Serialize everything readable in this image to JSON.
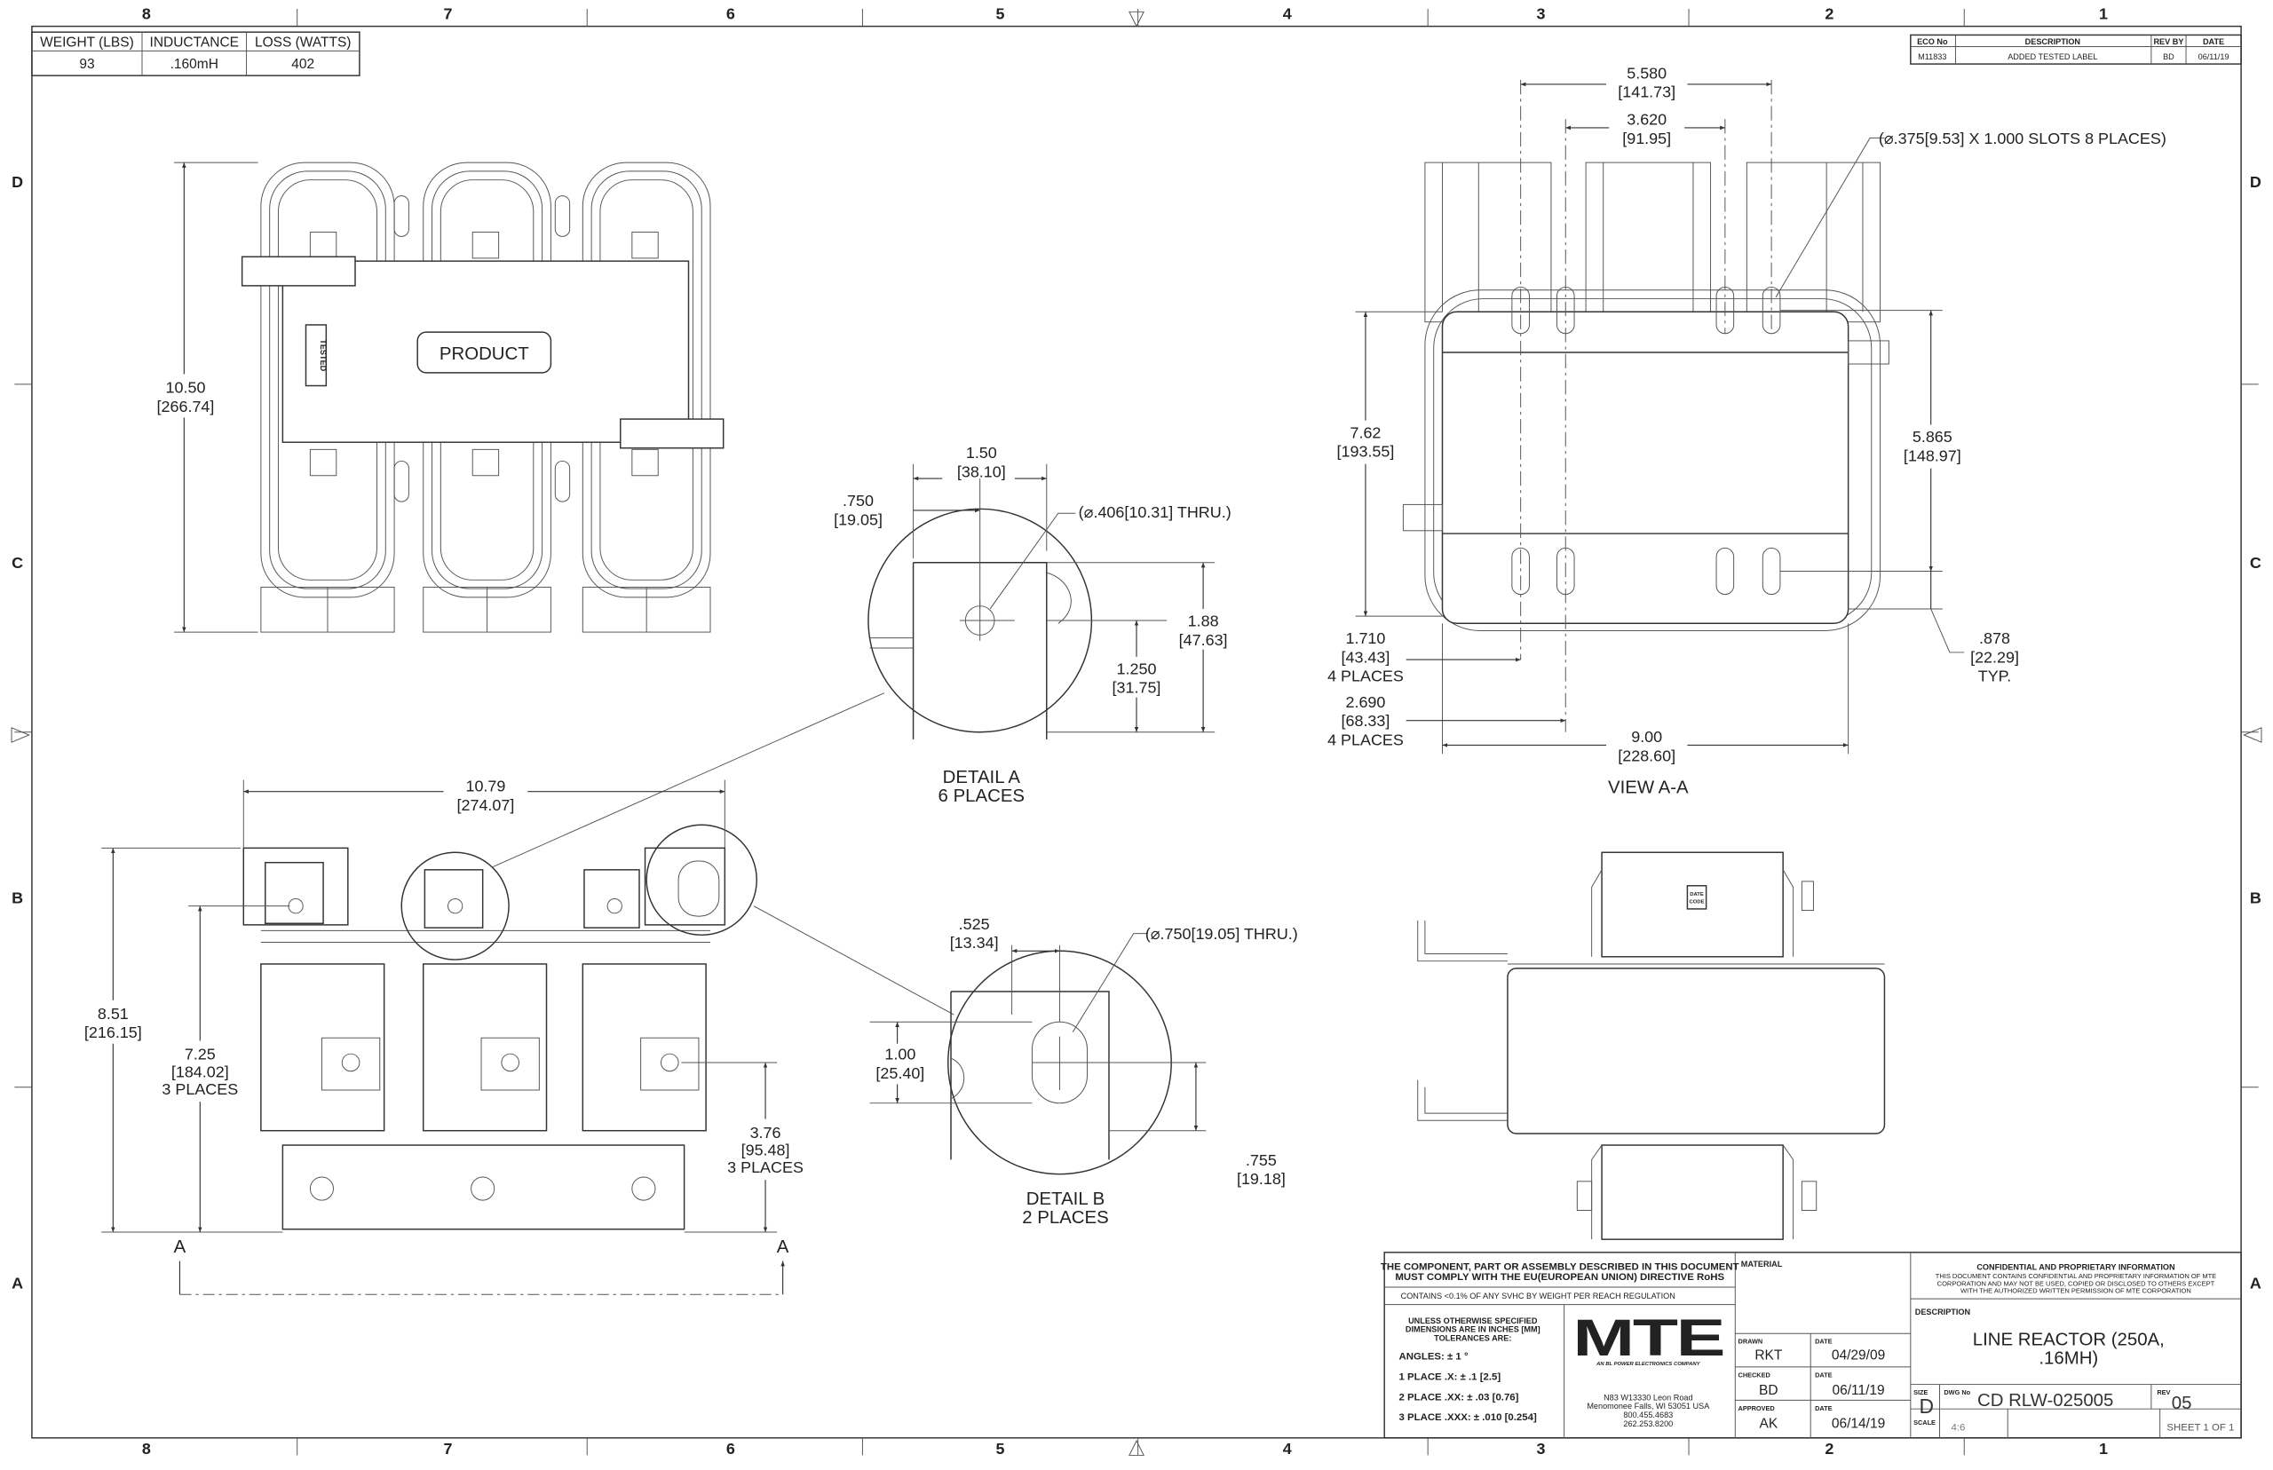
{
  "zones": {
    "columns": [
      "8",
      "7",
      "6",
      "5",
      "4",
      "3",
      "2",
      "1"
    ],
    "rows": [
      "D",
      "C",
      "B",
      "A"
    ]
  },
  "spec_table": {
    "headers": [
      "WEIGHT (LBS)",
      "INDUCTANCE",
      "LOSS (WATTS)"
    ],
    "values": [
      "93",
      ".160mH",
      "402"
    ]
  },
  "revision_table": {
    "headers": [
      "ECO No",
      "DESCRIPTION",
      "REV BY",
      "DATE"
    ],
    "row": [
      "M11833",
      "ADDED TESTED LABEL",
      "BD",
      "06/11/19"
    ]
  },
  "labels": {
    "product": "PRODUCT",
    "tested": "TESTED",
    "date_code_1": "DATE",
    "date_code_2": "CODE",
    "section_a": "A"
  },
  "dims": {
    "top_height": [
      "10.50",
      "[266.74]"
    ],
    "front_width": [
      "10.79",
      "[274.07]"
    ],
    "front_height": [
      "8.51",
      "[216.15]"
    ],
    "front_terminal": [
      "7.25",
      "[184.02]",
      "3 PLACES"
    ],
    "front_mount": [
      "3.76",
      "[95.48]",
      "3 PLACES"
    ],
    "detA_w": [
      "1.50",
      "[38.10]"
    ],
    "detA_hole_x": [
      ".750",
      "[19.05]"
    ],
    "detA_hole": "(⌀.406[10.31] THRU.)",
    "detA_h": [
      "1.88",
      "[47.63]"
    ],
    "detA_hole_y": [
      "1.250",
      "[31.75]"
    ],
    "detA_title": [
      "DETAIL A",
      "6 PLACES"
    ],
    "detB_x": [
      ".525",
      "[13.34]"
    ],
    "detB_hole": "(⌀.750[19.05] THRU.)",
    "detB_h": [
      "1.00",
      "[25.40]"
    ],
    "detB_y": [
      ".755",
      "[19.18]"
    ],
    "detB_title": [
      "DETAIL B",
      "2 PLACES"
    ],
    "aa_outer": [
      "5.580",
      "[141.73]"
    ],
    "aa_inner": [
      "3.620",
      "[91.95]"
    ],
    "aa_slots": "(⌀.375[9.53] X 1.000 SLOTS 8 PLACES)",
    "aa_height": [
      "7.62",
      "[193.55]"
    ],
    "aa_slot_span": [
      "5.865",
      "[148.97]"
    ],
    "aa_x1": [
      "1.710",
      "[43.43]",
      "4 PLACES"
    ],
    "aa_x2": [
      "2.690",
      "[68.33]",
      "4 PLACES"
    ],
    "aa_edge": [
      ".878",
      "[22.29]",
      "TYP."
    ],
    "aa_width": [
      "9.00",
      "[228.60]"
    ],
    "aa_title": "VIEW A-A"
  },
  "title_block": {
    "rohs": [
      "THE COMPONENT, PART OR ASSEMBLY DESCRIBED IN THIS DOCUMENT",
      "MUST COMPLY WITH THE EU(EUROPEAN UNION) DIRECTIVE RoHS"
    ],
    "reach": "CONTAINS <0.1% OF ANY SVHC BY WEIGHT PER REACH REGULATION",
    "tolerance_head": [
      "UNLESS OTHERWISE SPECIFIED",
      "DIMENSIONS ARE IN INCHES [MM]",
      "TOLERANCES ARE:"
    ],
    "tolerances": [
      "ANGLES: ± 1 °",
      "1 PLACE .X: ± .1 [2.5]",
      "2 PLACE .XX: ± .03 [0.76]",
      "3 PLACE .XXX: ± .010 [0.254]"
    ],
    "logo": "MTE",
    "logo_tagline": "AN BL POWER ELECTRONICS COMPANY",
    "address": [
      "N83 W13330 Leon Road",
      "Menomonee Falls, WI 53051 USA",
      "800.455.4683",
      "262.253.8200"
    ],
    "material_label": "MATERIAL",
    "drawn_label": "DRAWN",
    "drawn": "RKT",
    "checked_label": "CHECKED",
    "checked": "BD",
    "approved_label": "APPROVED",
    "approved": "AK",
    "date_label": "DATE",
    "drawn_date": "04/29/09",
    "checked_date": "06/11/19",
    "approved_date": "06/14/19",
    "confidential_title": "CONFIDENTIAL AND PROPRIETARY INFORMATION",
    "confidential_text": [
      "THIS DOCUMENT CONTAINS CONFIDENTIAL AND PROPRIETARY INFORMATION OF MTE",
      "CORPORATION AND MAY NOT BE USED, COPIED OR DISCLOSED TO OTHERS EXCEPT",
      "WITH THE AUTHORIZED WRITTEN PERMISSION OF MTE CORPORATION"
    ],
    "description_label": "DESCRIPTION",
    "description": [
      "LINE REACTOR (250A,",
      ".16MH)"
    ],
    "size_label": "SIZE",
    "size": "D",
    "dwg_label": "DWG No",
    "dwg_no": "CD RLW-025005",
    "rev_label": "REV",
    "rev": "05",
    "scale_label": "SCALE",
    "scale": "4:6",
    "sheet": "SHEET 1  OF 1"
  }
}
